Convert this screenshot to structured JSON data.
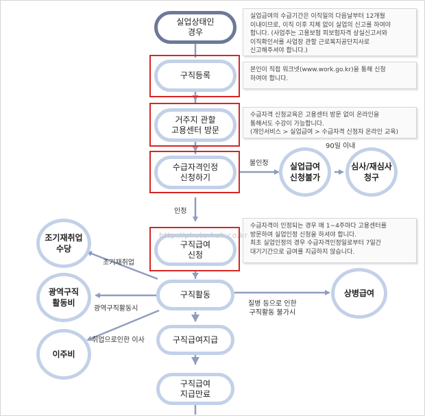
{
  "flow": {
    "start": "실업상태인\n경우",
    "step_register": "구직등록",
    "step_visit": "거주지 관할\n고용센터 방문",
    "step_qualify": "수급자격인정\n신청하기",
    "step_apply": "구직급여\n신청",
    "step_activity": "구직활동",
    "step_payment": "구직급여지급",
    "step_end": "구직급여\n지급만료",
    "reject": "실업급여\n신청불가",
    "review": "심사/재심사\n청구"
  },
  "side": {
    "early_employment": "조기재취업\n수당",
    "regional_job": "광역구직\n활동비",
    "relocation": "이주비",
    "sickness": "상병급여"
  },
  "labels": {
    "not_approved": "불인정",
    "within_90": "90일 이내",
    "approved": "인정",
    "early_reemployment": "조기재취업",
    "regional_activity": "광역구직활동시",
    "relocation_move": "취업으로인한 이사",
    "illness": "질병 등으로 인한\n구직활동 불가시"
  },
  "notes": {
    "note1": "실업급여의 수급기간은 이직일의 다음날부터 12개월\n이내이므로, 이직 이후 지체 없이 실업의 신고를 하여야\n합니다. (사업주는 고용보험 피보험자격 상실신고서와\n이직확인서를 사업장 관할 근로복지공단지사로\n신고해주셔야 합니다.)",
    "note2": "본인이 직접 워크넷(www.work.go.kr)을 통해 신청\n하여야 합니다.",
    "note3": "수급자격 신청교육은 고용센터 방문 없이 온라인을\n통해서도 수강이 가능합니다.\n(개인서비스 > 실업급여 > 수급자격 신청자 온라인 교육)",
    "note4": "수급자격이 인정되는 경우 매 1~4주마다 고용센터를\n방문하여 실업인정 신청을 하셔야 합니다.\n최초 실업인정의 경우 수급자격인정일로부터 7일간\n대기기간으로 급여를 지급하지 않습니다."
  },
  "watermark": "http://photo.kak.co.kr",
  "colors": {
    "pill_border": "#c2d1e8",
    "start_border": "#6e7898",
    "highlight": "#d62424",
    "arrow": "#8e9cbe"
  }
}
